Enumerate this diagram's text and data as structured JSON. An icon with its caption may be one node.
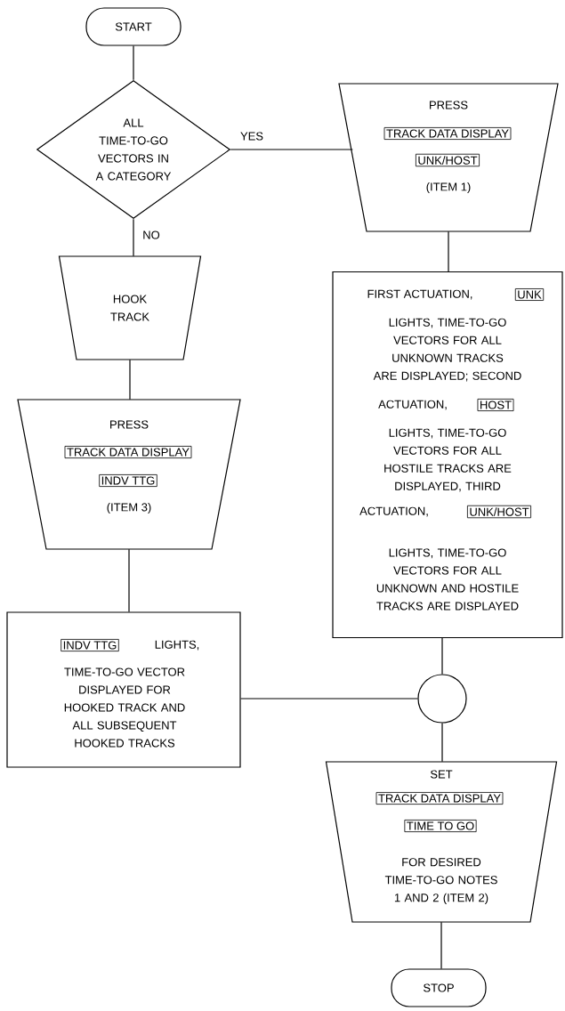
{
  "diagram": {
    "nodes": [
      {
        "text": [
          "START"
        ]
      },
      {
        "text": [
          "ALL TIME-TO-GO VECTORS IN A CATEGORY"
        ]
      },
      {
        "text": [
          "PRESS",
          "(ITEM 1)"
        ]
      },
      {
        "text": [
          "TRACK DATA DISPLAY"
        ],
        "in": 2
      },
      {
        "text": [
          "UNK/HOST"
        ],
        "in": 2
      },
      {
        "text": [
          "HOOK TRACK"
        ]
      },
      {
        "text": [
          "PRESS",
          "(ITEM 3)"
        ]
      },
      {
        "text": [
          "TRACK DATA DISPLAY"
        ],
        "in": 6
      },
      {
        "text": [
          "INDV TTG"
        ],
        "in": 6
      },
      {
        "text": [
          "FIRST ACTUATION,",
          "LIGHTS, TIME-TO-GO VECTORS FOR ALL UNKNOWN TRACKS ARE DISPLAYED; SECOND",
          "ACTUATION,",
          "LIGHTS, TIME-TO-GO VECTORS FOR ALL HOSTILE TRACKS ARE DISPLAYED, THIRD",
          "ACTUATION,",
          "LIGHTS, TIME-TO-GO VECTORS FOR ALL UNKNOWN AND HOSTILE TRACKS ARE DISPLAYED"
        ]
      },
      {
        "text": [
          "UNK"
        ],
        "in": 9
      },
      {
        "text": [
          "HOST"
        ],
        "in": 9
      },
      {
        "text": [
          "UNK/HOST"
        ],
        "in": 9
      },
      {
        "text": [
          "LIGHTS,",
          "TIME-TO-GO VECTOR DISPLAYED FOR HOOKED TRACK AND ALL SUBSEQUENT HOOKED TRACKS"
        ]
      },
      {
        "text": [
          "INDV TTG"
        ],
        "in": 13
      },
      {
        "text": [],
        "shape": "circle"
      },
      {
        "text": [
          "SET",
          "FOR DESIRED TIME-TO-GO NOTES 1 AND 2 (ITEM 2)"
        ]
      },
      {
        "text": [
          "TRACK DATA DISPLAY"
        ],
        "in": 16
      },
      {
        "text": [
          "TIME TO GO"
        ],
        "in": 16
      },
      {
        "text": [
          "STOP"
        ]
      }
    ],
    "edges": [
      {
        "from": 0,
        "to": 1,
        "arrow": "none"
      },
      {
        "from": 1,
        "to": 2,
        "arrow": "none",
        "label": "YES"
      },
      {
        "from": 1,
        "to": 5,
        "arrow": "none",
        "label": "NO"
      },
      {
        "from": 5,
        "to": 6,
        "arrow": "none"
      },
      {
        "from": 6,
        "to": 13,
        "arrow": "none"
      },
      {
        "from": 2,
        "to": 9,
        "arrow": "none"
      },
      {
        "from": 9,
        "to": 15,
        "arrow": "none"
      },
      {
        "from": 13,
        "to": 15,
        "arrow": "none"
      },
      {
        "from": 15,
        "to": 16,
        "arrow": "none"
      },
      {
        "from": 16,
        "to": 19,
        "arrow": "none"
      }
    ]
  }
}
